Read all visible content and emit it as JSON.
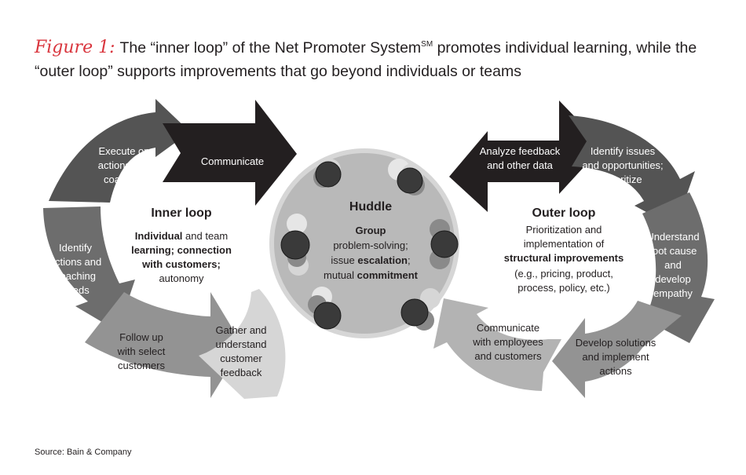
{
  "figure_label": "Figure 1:",
  "title_before_sup": "The “inner loop” of the Net Promoter System",
  "title_sup": "SM",
  "title_after_sup": " promotes individual learning, while the “outer loop” supports improvements that go beyond individuals or teams",
  "source": "Source: Bain & Company",
  "inner_loop": {
    "title": "Inner loop",
    "desc_line1_bold": "Individual",
    "desc_line1_rest": " and team",
    "desc_line2": "learning; connection",
    "desc_line3": "with customers;",
    "desc_line4": "autonomy",
    "steps": {
      "execute": [
        "Execute on",
        "actions and",
        "coaching"
      ],
      "communicate": [
        "Communicate"
      ],
      "identify": [
        "Identify",
        "actions and",
        "coaching",
        "needs"
      ],
      "follow": [
        "Follow up",
        "with select",
        "customers"
      ],
      "gather": [
        "Gather and",
        "understand",
        "customer",
        "feedback"
      ]
    }
  },
  "huddle": {
    "title": "Huddle",
    "line1": "Group",
    "line2": "problem-solving;",
    "line3_pre": "issue ",
    "line3_bold": "escalation",
    "line3_post": ";",
    "line4_pre": "mutual ",
    "line4_bold": "commitment"
  },
  "outer_loop": {
    "title": "Outer loop",
    "desc_line1": "Prioritization and",
    "desc_line2": "implementation of",
    "desc_line3": "structural improvements",
    "desc_line4": "(e.g., pricing, product,",
    "desc_line5": "process, policy, etc.)",
    "steps": {
      "analyze": [
        "Analyze feedback",
        "and other data"
      ],
      "identify": [
        "Identify issues",
        "and opportunities;",
        "prioritize"
      ],
      "understand": [
        "Understand",
        "root cause",
        "and",
        "develop",
        "empathy"
      ],
      "develop": [
        "Develop solutions",
        "and implement",
        "actions"
      ],
      "communicate": [
        "Communicate",
        "with employees",
        "and customers"
      ]
    }
  },
  "colors": {
    "title_accent": "#d9363e",
    "darkest": "#231f20",
    "dark": "#545454",
    "mid": "#6d6d6d",
    "light_mid": "#939393",
    "light": "#b3b3b3",
    "lightest": "#d6d6d6",
    "huddle_bg": "#b9b9b9"
  }
}
